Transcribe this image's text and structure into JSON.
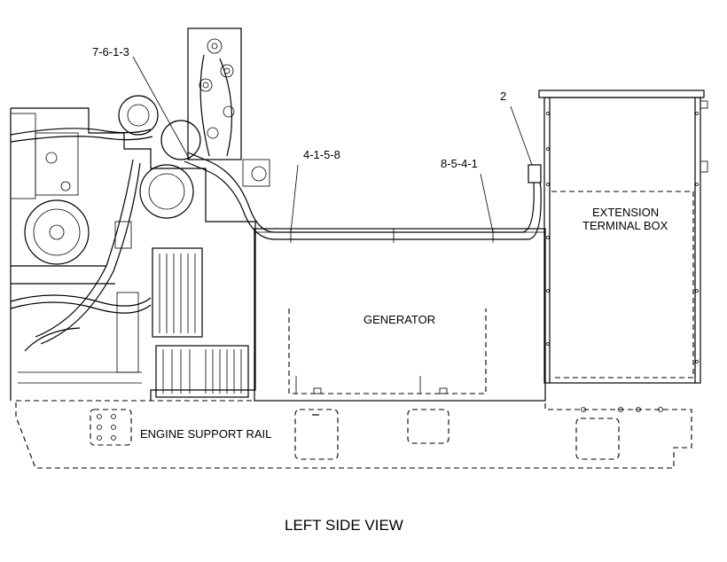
{
  "callouts": {
    "c1": "7-6-1-3",
    "c2": "2",
    "c3": "4-1-5-8",
    "c4": "8-5-4-1"
  },
  "labels": {
    "extension_line1": "EXTENSION",
    "extension_line2": "TERMINAL BOX",
    "generator": "GENERATOR",
    "engine_support_rail": "ENGINE SUPPORT RAIL"
  },
  "caption": "LEFT SIDE VIEW"
}
